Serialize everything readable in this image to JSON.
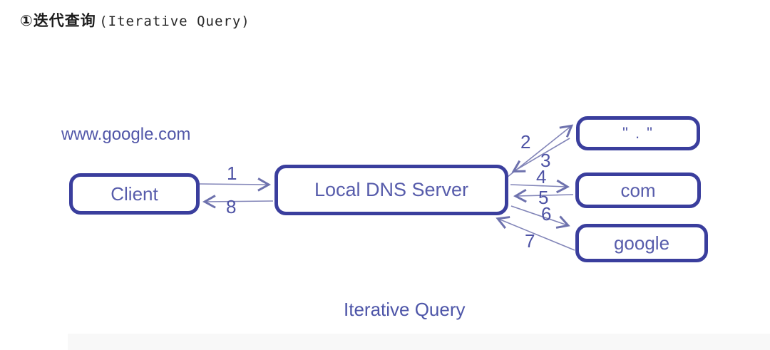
{
  "title": {
    "prefix": "①迭代查询",
    "suffix": "(Iterative Query)"
  },
  "diagram": {
    "query_domain": "www.google.com",
    "caption": "Iterative Query",
    "nodes": {
      "client": {
        "label": "Client"
      },
      "local_dns": {
        "label": "Local DNS Server"
      },
      "root": {
        "label": "\" . \""
      },
      "com": {
        "label": "com"
      },
      "google": {
        "label": "google"
      }
    },
    "arrows": [
      {
        "num": "1",
        "from": "Client",
        "to": "Local DNS Server"
      },
      {
        "num": "2",
        "from": "Local DNS Server",
        "to": "root"
      },
      {
        "num": "3",
        "from": "root",
        "to": "Local DNS Server"
      },
      {
        "num": "4",
        "from": "Local DNS Server",
        "to": "com"
      },
      {
        "num": "5",
        "from": "com",
        "to": "Local DNS Server"
      },
      {
        "num": "6",
        "from": "Local DNS Server",
        "to": "google"
      },
      {
        "num": "7",
        "from": "google",
        "to": "Local DNS Server"
      },
      {
        "num": "8",
        "from": "Local DNS Server",
        "to": "Client"
      }
    ],
    "colors": {
      "box_border": "#3a3e9d",
      "box_text": "#575cab",
      "arrow_line": "#8285b8",
      "number_text": "#4e53a5",
      "title_text": "#1c1c1c"
    }
  }
}
